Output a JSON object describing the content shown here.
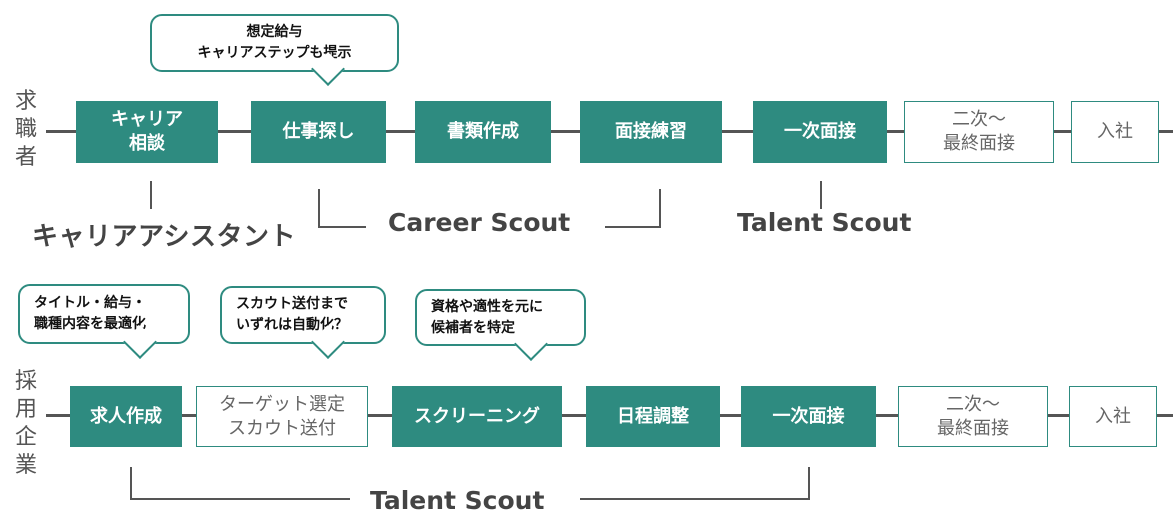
{
  "rows": {
    "seeker": {
      "label": [
        "求",
        "職",
        "者"
      ],
      "steps": [
        {
          "label": "キャリア\n相談",
          "style": "filled"
        },
        {
          "label": "仕事探し",
          "style": "filled"
        },
        {
          "label": "書類作成",
          "style": "filled"
        },
        {
          "label": "面接練習",
          "style": "filled"
        },
        {
          "label": "一次面接",
          "style": "filled"
        },
        {
          "label": "二次〜\n最終面接",
          "style": "outline"
        },
        {
          "label": "入社",
          "style": "outline"
        }
      ],
      "bubbles": [
        {
          "text": "想定給与\nキャリアステップも提示"
        }
      ],
      "annotations": {
        "career_assistant": "キャリアアシスタント",
        "career_scout": "Career Scout",
        "talent_scout": "Talent Scout"
      }
    },
    "company": {
      "label": [
        "採",
        "用",
        "企",
        "業"
      ],
      "steps": [
        {
          "label": "求人作成",
          "style": "filled"
        },
        {
          "label": "ターゲット選定\nスカウト送付",
          "style": "outline"
        },
        {
          "label": "スクリーニング",
          "style": "filled"
        },
        {
          "label": "日程調整",
          "style": "filled"
        },
        {
          "label": "一次面接",
          "style": "filled"
        },
        {
          "label": "二次〜\n最終面接",
          "style": "outline"
        },
        {
          "label": "入社",
          "style": "outline"
        }
      ],
      "bubbles": [
        {
          "text": "タイトル・給与・\n職種内容を最適化"
        },
        {
          "text": "スカウト送付まで\nいずれは自動化？"
        },
        {
          "text": "資格や適性を元に\n候補者を特定"
        }
      ],
      "annotations": {
        "talent_scout": "Talent Scout"
      }
    }
  },
  "colors": {
    "accent": "#2e8b80",
    "line": "#555555",
    "text": "#444444"
  }
}
